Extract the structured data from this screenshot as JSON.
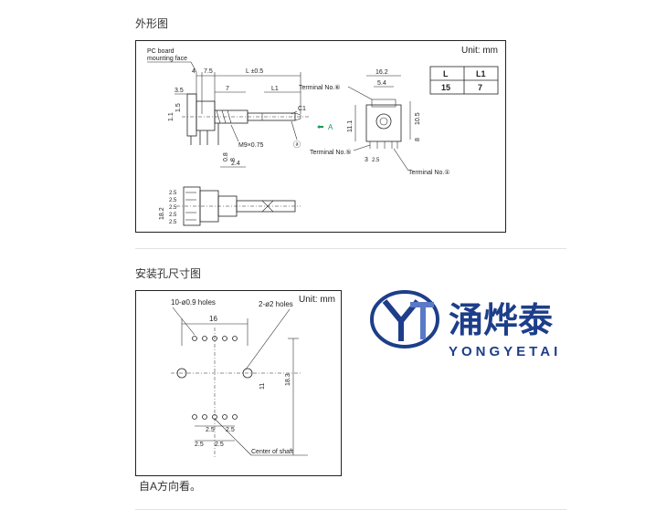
{
  "sections": {
    "outline_title": "外形图",
    "mounting_title": "安装孔尺寸图",
    "footnote": "自A方向看。"
  },
  "outline": {
    "unit": "Unit: mm",
    "pcb_label_1": "PC board",
    "pcb_label_2": "mounting face",
    "table": {
      "headers": [
        "L",
        "L1"
      ],
      "values": [
        "15",
        "7"
      ]
    },
    "dims": {
      "d4": "4",
      "d7_5": "7.5",
      "dL": "L ±0.5",
      "d7": "7",
      "dL1": "L1",
      "d3_5": "3.5",
      "d1_5": "1.5",
      "d1_1": "1.1",
      "dC1": "C1",
      "dM9": "M9×0.75",
      "da": "ⓐ",
      "d0_8": "0.8",
      "d8": "8",
      "d2_4": "2.4",
      "d16_2": "16.2",
      "d5_4": "5.4",
      "d10_5": "10.5",
      "d11_1": "11.1",
      "d8r": "8",
      "d3": "3",
      "d2_5": "2.5",
      "d18_2": "18.2",
      "s2_5a": "2.5",
      "s2_5b": "2.5",
      "s2_5c": "2.5",
      "s2_5d": "2.5",
      "s2_5e": "2.5"
    },
    "terminal6": "Terminal No.⑥",
    "terminal5": "Terminal No.⑤",
    "terminal1": "Terminal No.①",
    "arrow_a": "A"
  },
  "mounting": {
    "unit": "Unit: mm",
    "holes_small": "10-ø0.9 holes",
    "holes_large": "2-ø2 holes",
    "d16": "16",
    "d11": "11",
    "d18_3": "18.3",
    "b2_5a": "2.5",
    "b2_5b": "2.5",
    "b2_5c": "2.5",
    "b2_5d": "2.5",
    "center": "Center of shaft"
  },
  "logo": {
    "chinese": "涌烨泰",
    "english": "YONGYETAI",
    "colors": {
      "primary": "#1d3e8a",
      "secondary": "#5b79c6"
    }
  }
}
